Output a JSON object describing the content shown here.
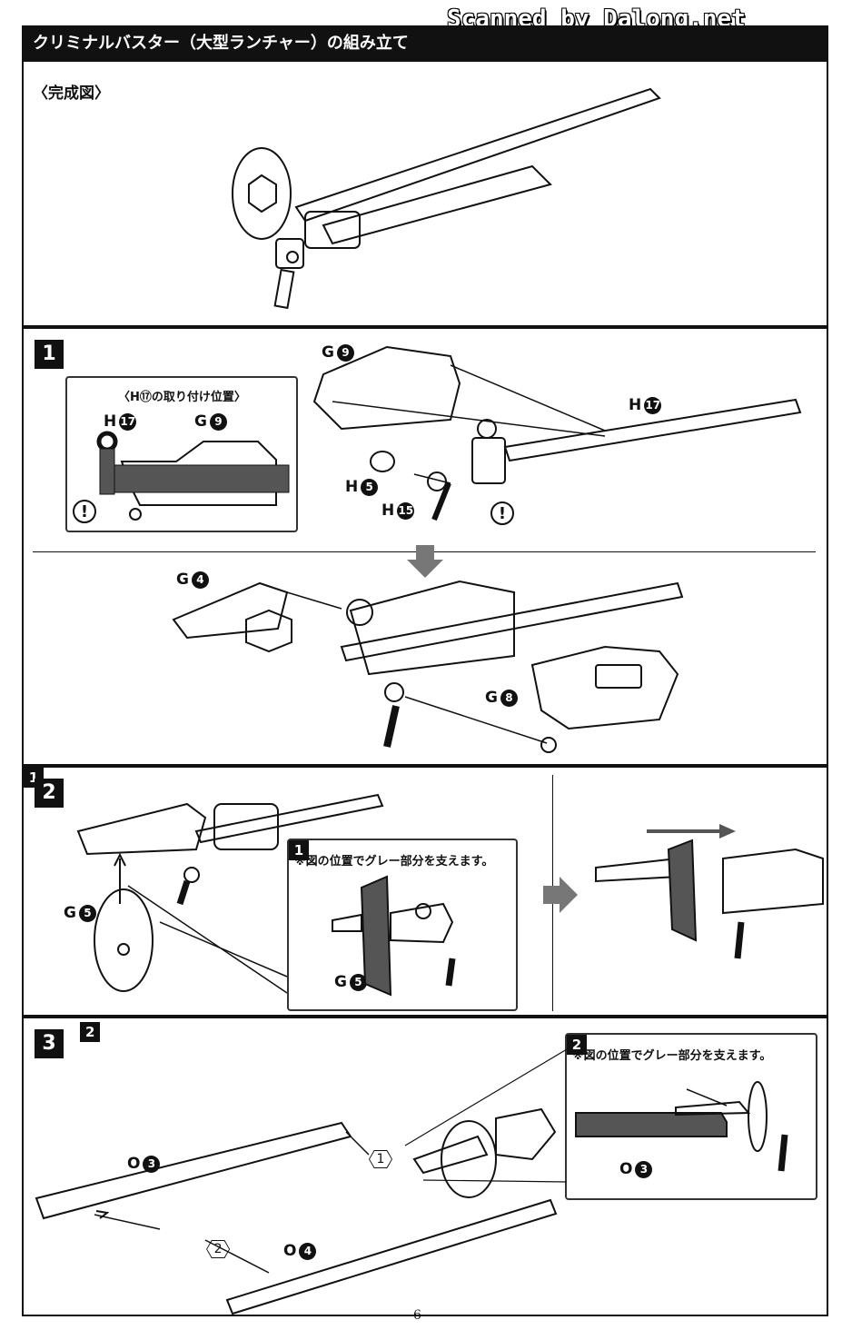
{
  "watermark": "Scanned by Dalong.net",
  "title": "クリミナルバスター（大型ランチャー）の組み立て",
  "completed_label": "〈完成図〉",
  "steps": [
    "1",
    "2",
    "3"
  ],
  "step1": {
    "inset_title": "〈H⑰の取り付け位置〉",
    "warn": "!",
    "parts": [
      {
        "letter": "G",
        "num": "9"
      },
      {
        "letter": "H",
        "num": "17"
      },
      {
        "letter": "H",
        "num": "5"
      },
      {
        "letter": "H",
        "num": "15"
      },
      {
        "letter": "G",
        "num": "4"
      },
      {
        "letter": "G",
        "num": "8"
      }
    ]
  },
  "step2": {
    "ref": "1",
    "part": {
      "letter": "G",
      "num": "5"
    },
    "support_note": "※図の位置でグレー部分を支えます。"
  },
  "step3": {
    "ref": "2",
    "parts": [
      {
        "letter": "O",
        "num": "3"
      },
      {
        "letter": "O",
        "num": "4"
      }
    ],
    "order": [
      "1",
      "2"
    ],
    "support_note": "※図の位置でグレー部分を支えます。"
  },
  "page_number": "6"
}
